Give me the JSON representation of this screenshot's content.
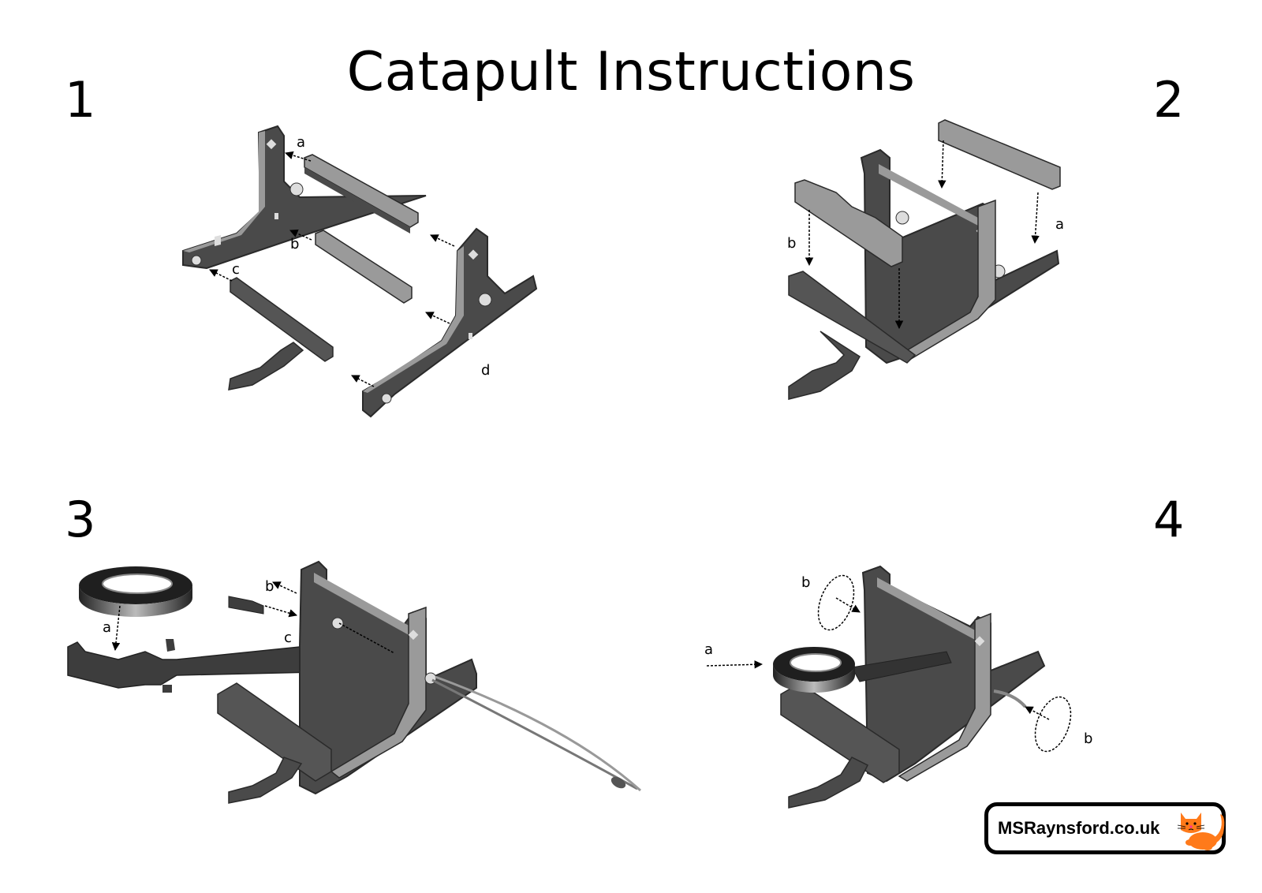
{
  "document": {
    "title": "Catapult Instructions"
  },
  "steps": [
    {
      "number": "1",
      "callouts": [
        "a",
        "b",
        "c",
        "d"
      ]
    },
    {
      "number": "2",
      "callouts": [
        "a",
        "b"
      ]
    },
    {
      "number": "3",
      "callouts": [
        "a",
        "b",
        "c"
      ]
    },
    {
      "number": "4",
      "callouts": [
        "a",
        "b",
        "b"
      ]
    }
  ],
  "logo": {
    "text": "MSRaynsford.co.uk",
    "icon": "orange-cat-icon",
    "colors": {
      "cat": "#ff7a1a",
      "border": "#000000"
    }
  },
  "colors": {
    "part_dark": "#4a4a4a",
    "part_mid": "#6b6b6b",
    "part_light": "#9a9a9a",
    "edge": "#2a2a2a",
    "arrow": "#000000"
  }
}
